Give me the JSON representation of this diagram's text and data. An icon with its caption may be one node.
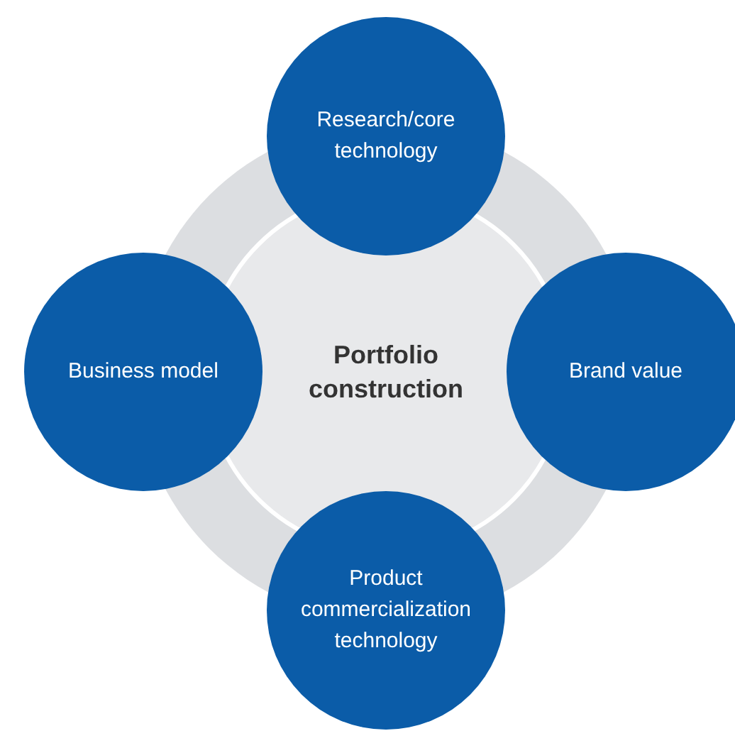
{
  "diagram": {
    "nodes": [
      {
        "text": [
          "Research/core technology"
        ]
      },
      {
        "text": [
          "Business model"
        ]
      },
      {
        "text": [
          "Portfolio construction"
        ]
      },
      {
        "text": [
          "Brand value"
        ]
      },
      {
        "text": [
          "Product commercialization technology"
        ]
      }
    ]
  }
}
